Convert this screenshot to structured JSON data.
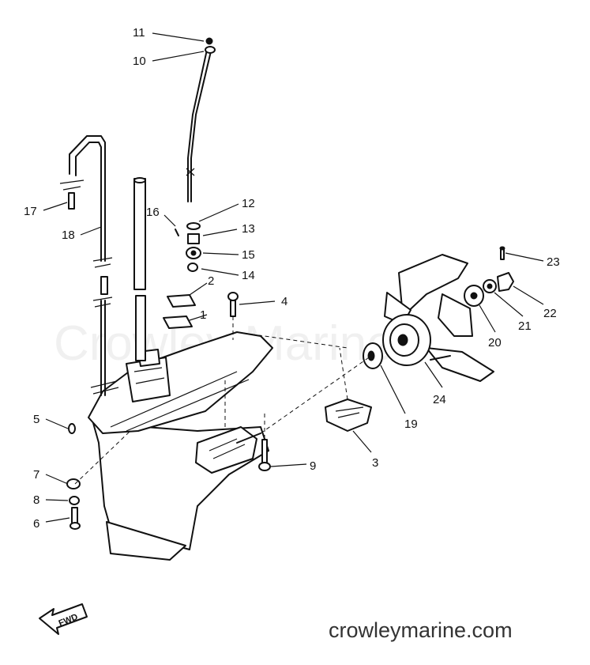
{
  "watermark": "Crowley Marine",
  "site_url": "crowleymarine.com",
  "direction_label": "FWD",
  "callouts": [
    "1",
    "2",
    "3",
    "4",
    "5",
    "6",
    "7",
    "8",
    "9",
    "10",
    "11",
    "12",
    "13",
    "14",
    "15",
    "16",
    "17",
    "18",
    "19",
    "20",
    "21",
    "22",
    "23",
    "24"
  ],
  "colors": {
    "ink": "#111111",
    "paper": "#ffffff",
    "site_text": "#333333"
  }
}
